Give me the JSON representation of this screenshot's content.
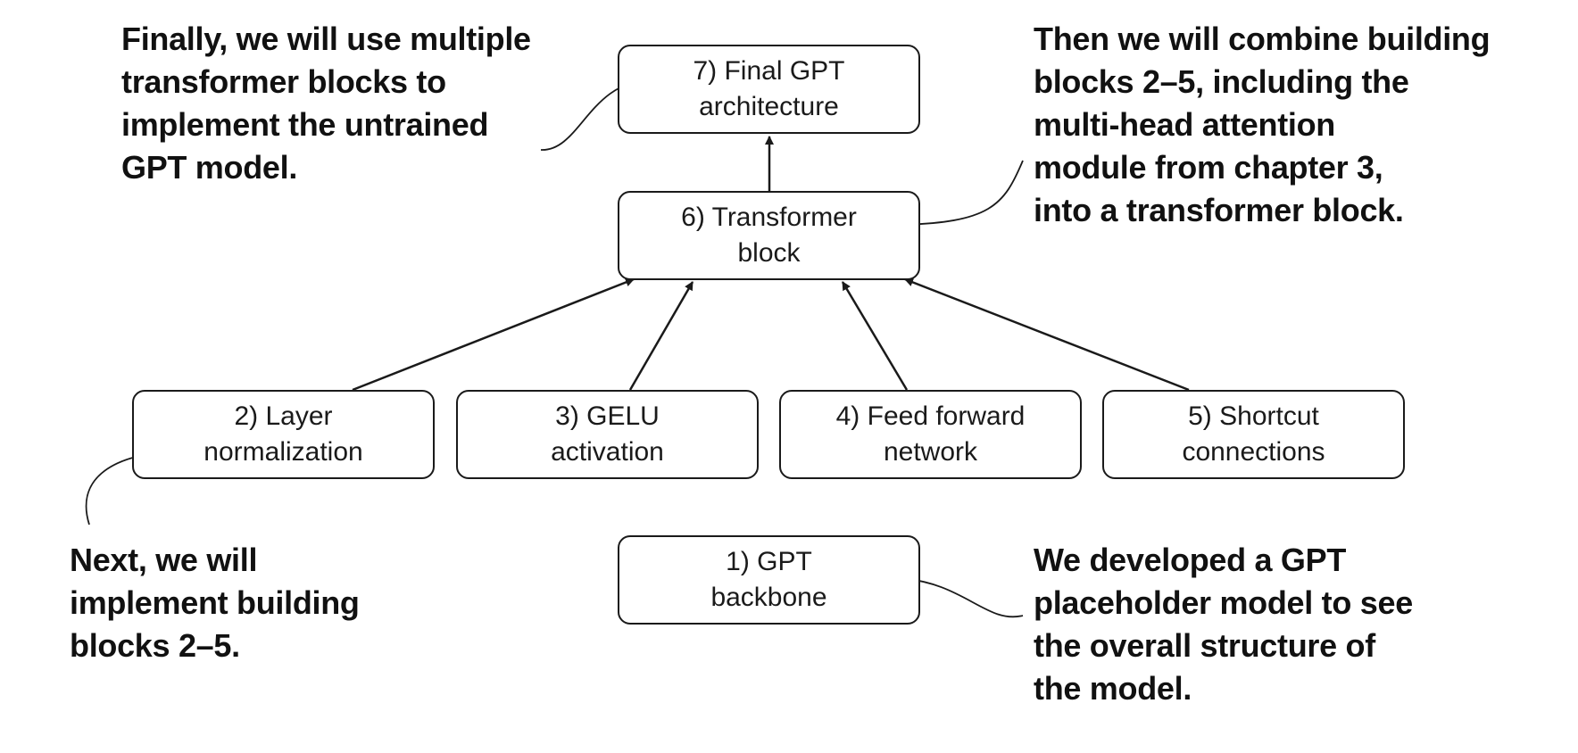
{
  "diagram": {
    "boxes": {
      "gpt_backbone": [
        "1) GPT",
        "backbone"
      ],
      "layer_norm": [
        "2) Layer",
        "normalization"
      ],
      "gelu": [
        "3) GELU",
        "activation"
      ],
      "feed_forward": [
        "4) Feed forward",
        "network"
      ],
      "shortcut": [
        "5) Shortcut",
        "connections"
      ],
      "transformer_block": [
        "6) Transformer",
        "block"
      ],
      "final_gpt": [
        "7) Final GPT",
        "architecture"
      ]
    },
    "annotations": {
      "finally": [
        "Finally, we will use multiple",
        "transformer blocks to",
        "implement the untrained",
        "GPT model."
      ],
      "then": [
        "Then we will combine building",
        "blocks 2–5, including the",
        "multi-head attention",
        "module from chapter 3,",
        "into a transformer block."
      ],
      "next": [
        "Next, we will",
        "implement building",
        "blocks 2–5."
      ],
      "developed": [
        "We developed a GPT",
        "placeholder model to see",
        "the overall structure of",
        "the model."
      ]
    },
    "colors": {
      "stroke": "#1a1a1a",
      "text": "#111111",
      "background": "#ffffff"
    }
  }
}
